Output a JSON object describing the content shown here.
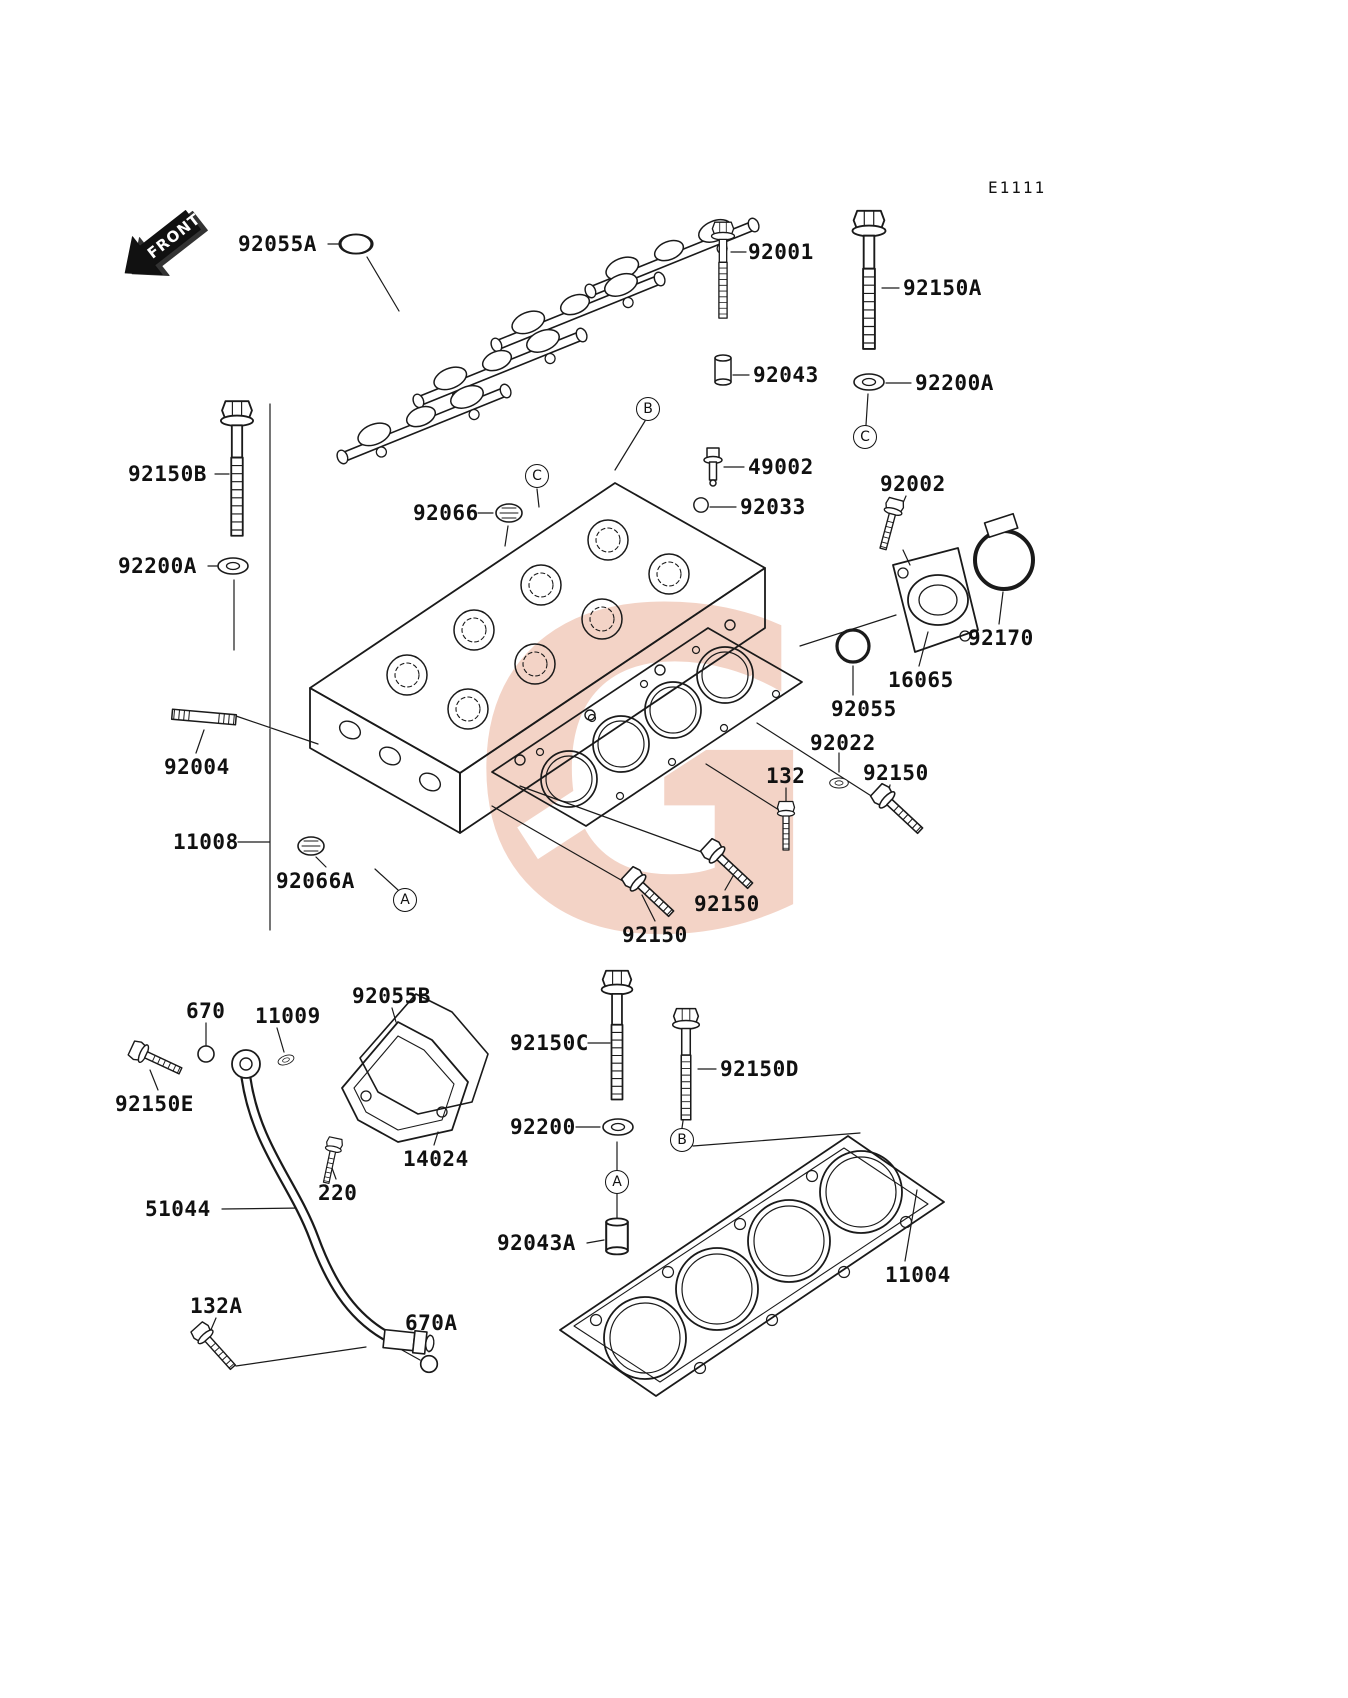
{
  "diagram": {
    "code": "E1111",
    "front_label": "FRONT",
    "watermark_letter": "G",
    "watermark_color": "#f3d3c6",
    "line_color": "#1a1a1a"
  },
  "callouts": {
    "a": "A",
    "b": "B",
    "c": "C"
  },
  "labels": {
    "p92055A": "92055A",
    "p92001": "92001",
    "p92150A": "92150A",
    "p92043": "92043",
    "p92200A_right": "92200A",
    "p49002": "49002",
    "p92033": "92033",
    "p92150B": "92150B",
    "p92066": "92066",
    "p92002": "92002",
    "p92200A_left": "92200A",
    "p92170": "92170",
    "p16065": "16065",
    "p92055": "92055",
    "p92022": "92022",
    "p132": "132",
    "p92150_right": "92150",
    "p92004": "92004",
    "p11008": "11008",
    "p92066A": "92066A",
    "p92150_mid": "92150",
    "p92150_bottom": "92150",
    "p670": "670",
    "p11009": "11009",
    "p92055B": "92055B",
    "p92150C": "92150C",
    "p92150D": "92150D",
    "p92150E": "92150E",
    "p92200": "92200",
    "p14024": "14024",
    "p220": "220",
    "p51044": "51044",
    "p92043A": "92043A",
    "p11004": "11004",
    "p132A": "132A",
    "p670A": "670A"
  }
}
